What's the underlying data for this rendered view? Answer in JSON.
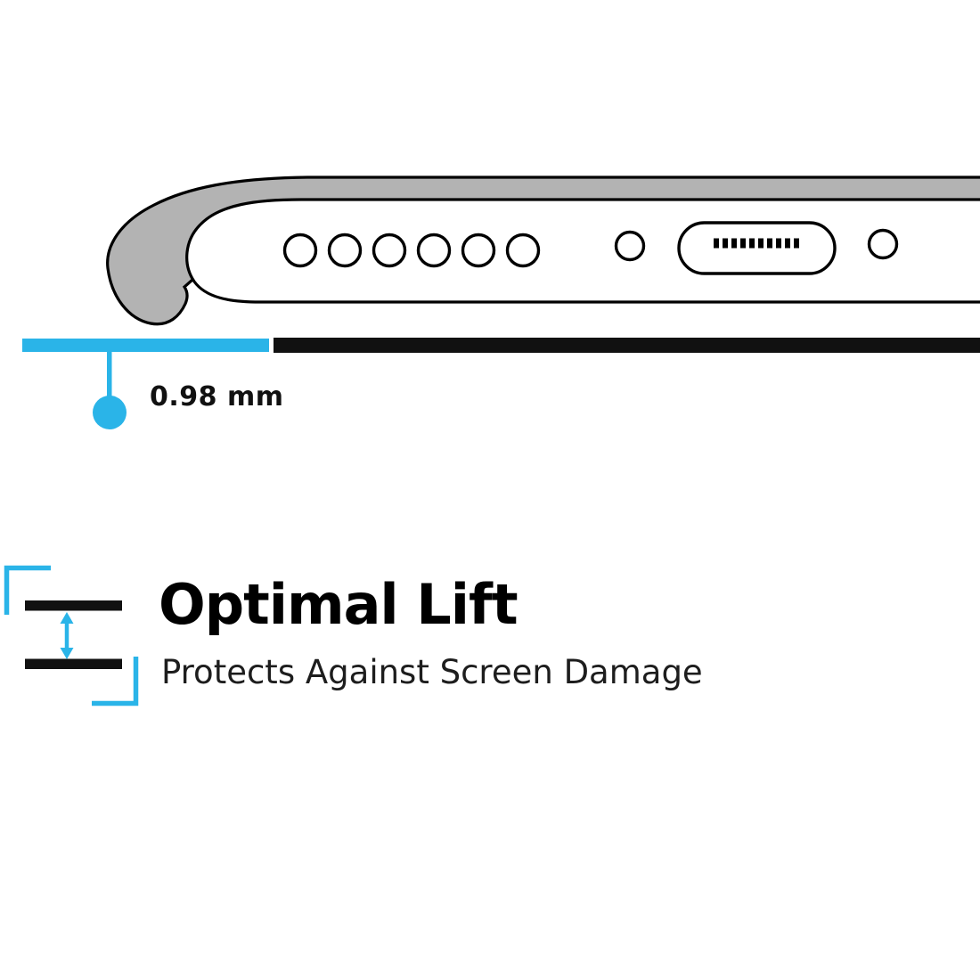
{
  "colors": {
    "accent": "#2ab4e8",
    "case_gray": "#b3b3b3",
    "outline": "#000000",
    "bar_black": "#111111"
  },
  "measurement": {
    "label": "0.98 mm"
  },
  "feature": {
    "title": "Optimal Lift",
    "subtitle": "Protects Against Screen Damage"
  },
  "icons": {
    "phone_illustration": "phone-bottom-edge-with-case",
    "lift_icon": "lift-spacing-double-arrow"
  }
}
